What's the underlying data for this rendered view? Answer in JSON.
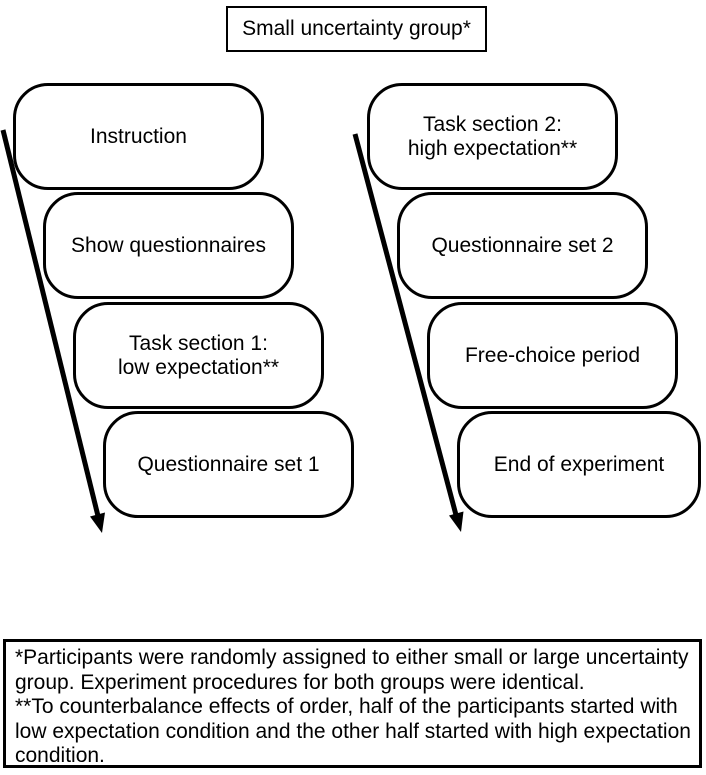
{
  "title": "Small uncertainty group*",
  "columns": {
    "left": {
      "steps": [
        "Instruction",
        "Show questionnaires",
        "Task section 1:\nlow expectation**",
        "Questionnaire set 1"
      ]
    },
    "right": {
      "steps": [
        "Task section 2:\nhigh expectation**",
        "Questionnaire set 2",
        "Free-choice period",
        "End of experiment"
      ]
    }
  },
  "footnotes": [
    "*Participants were randomly assigned to either small or large uncertainty\ngroup. Experiment procedures for both groups were identical.",
    "**To counterbalance effects of order, half of the participants started with\nlow expectation condition and the other half started with high expectation\ncondition."
  ],
  "colors": {
    "ink": "#000000",
    "background": "#ffffff"
  }
}
